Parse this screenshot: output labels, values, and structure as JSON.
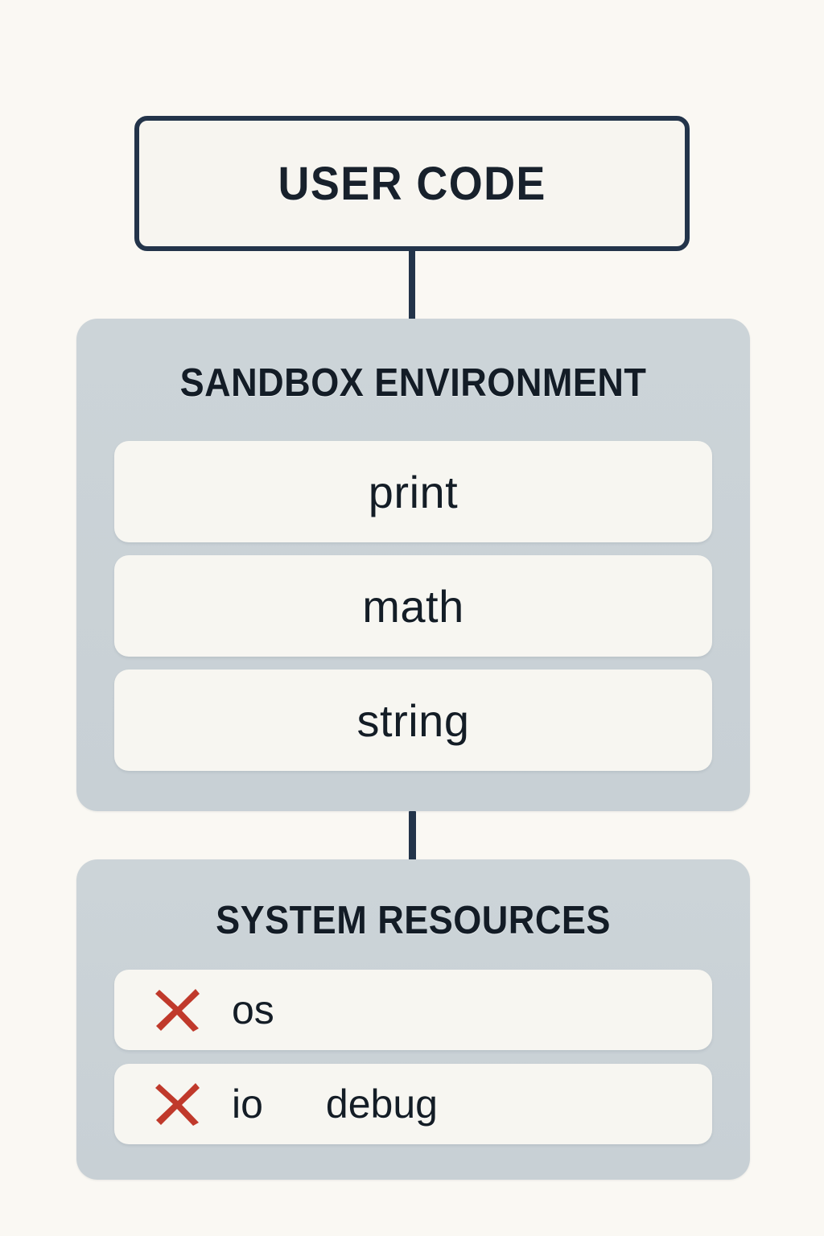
{
  "diagram": {
    "background_color": "#faf8f3",
    "accent_border_color": "#23344a",
    "panel_color": "#ccd4d8",
    "card_color": "#f7f6f1",
    "text_color": "#141d26",
    "blocked_mark_color": "#c0392b",
    "top_node": {
      "label": "USER CODE"
    },
    "sandbox_panel": {
      "title": "SANDBOX ENVIRONMENT",
      "modules": [
        {
          "label": "print"
        },
        {
          "label": "math"
        },
        {
          "label": "string"
        }
      ]
    },
    "system_panel": {
      "title": "SYSTEM RESOURCES",
      "blocked_rows": [
        {
          "icon": "red-x-icon",
          "labels": [
            "os"
          ]
        },
        {
          "icon": "red-x-icon",
          "labels": [
            "io",
            "debug"
          ]
        }
      ]
    }
  }
}
